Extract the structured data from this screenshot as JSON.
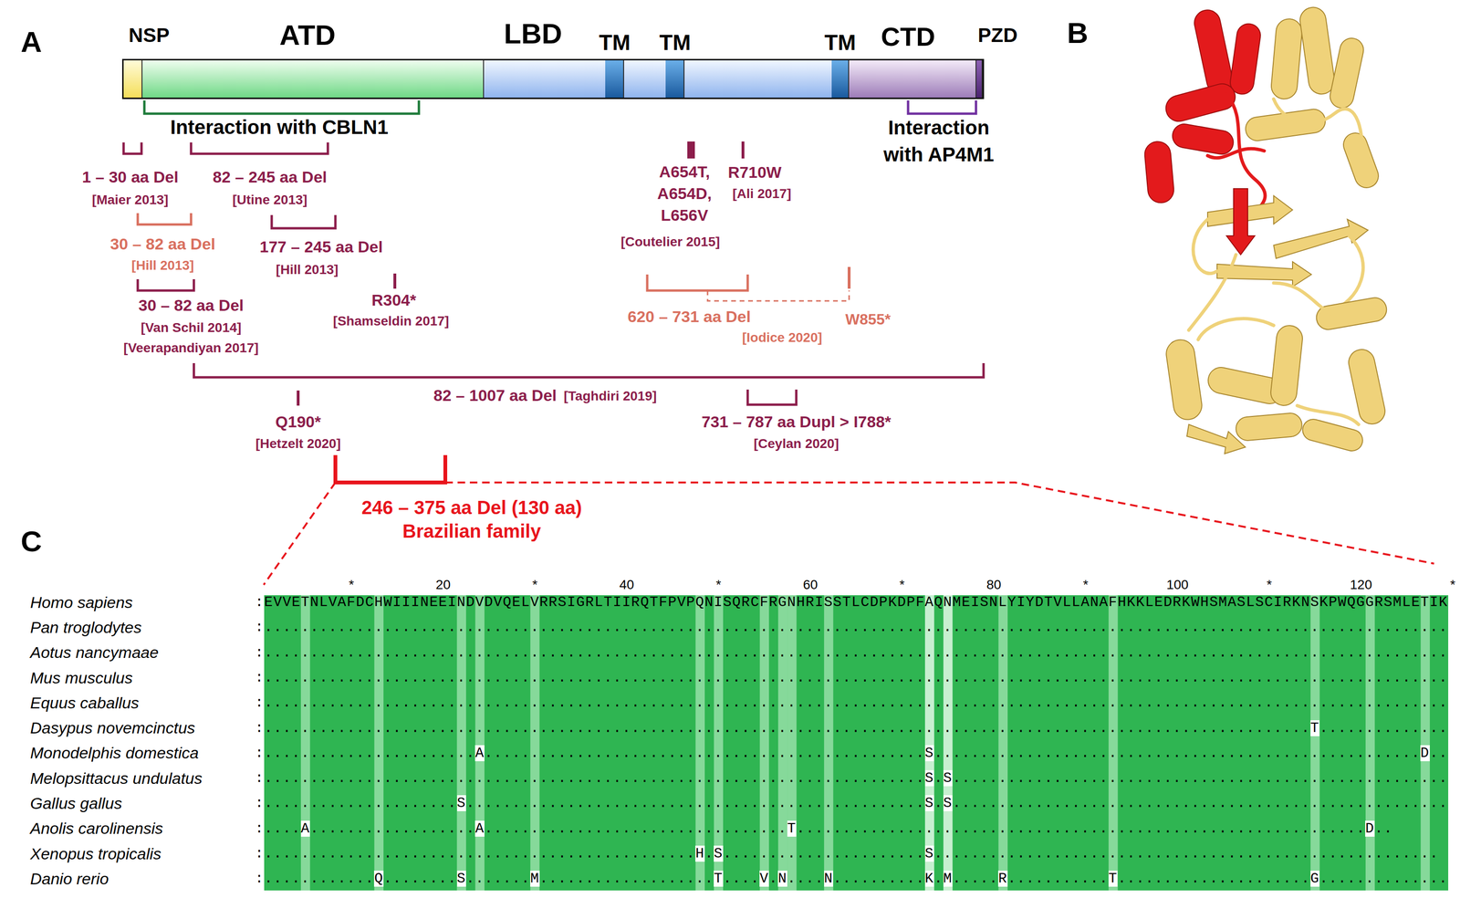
{
  "diagram": {
    "nodes": [
      {
        "text": [
          "NSP"
        ]
      },
      {
        "text": [
          "ATD"
        ]
      },
      {
        "text": [
          "LBD"
        ]
      },
      {
        "text": [
          "TM"
        ],
        "in": 2
      },
      {
        "text": [
          "TM"
        ],
        "in": 2
      },
      {
        "text": [
          "TM"
        ],
        "in": 2
      },
      {
        "text": [
          "CTD"
        ]
      },
      {
        "text": [
          "PZD"
        ]
      }
    ],
    "labels": [
      "A",
      "B",
      "C",
      "Interaction with CBLN1",
      "Interaction with AP4M1",
      "1 – 30 aa Del",
      "[Maier 2013]",
      "82 – 245 aa Del",
      "[Utine 2013]",
      "30 – 82 aa Del",
      "[Hill 2013]",
      "177 – 245 aa Del",
      "[Hill 2013]",
      "30 – 82 aa Del",
      "[Van Schil 2014]",
      "[Veerapandiyan 2017]",
      "R304*",
      "[Shamseldin 2017]",
      "A654T, A654D, L656V",
      "[Coutelier 2015]",
      "R710W",
      "[Ali 2017]",
      "620 – 731 aa Del",
      "W855*",
      "[Iodice 2020]",
      "82 – 1007 aa Del",
      "[Taghdiri 2019]",
      "Q190*",
      "[Hetzelt 2020]",
      "731 – 787 aa Dupl > I788*",
      "[Ceylan 2020]",
      "246 – 375 aa Del (130 aa)",
      "Brazilian family",
      "*",
      "20",
      "*",
      "40",
      "*",
      "60",
      "*",
      "80",
      "*",
      "100",
      "*",
      "120",
      "*",
      "Homo sapiens",
      "Pan troglodytes",
      "Aotus nancymaae",
      "Mus musculus",
      "Equus caballus",
      "Dasypus novemcinctus",
      "Monodelphis domestica",
      "Melopsittacus undulatus",
      "Gallus gallus",
      "Anolis carolinensis",
      "Xenopus tropicalis",
      "Danio rerio",
      ":EVVETNLVAFDCHWIIINEEINDVDVQELVRRSIGRLTIIRQTFPVPQNISQRCFRGNHRISSTLCDPKDPFAQNMEISNLYIYDTVLLANAFHKKLEDRKWHSMASLSCIRKNSKPWQGGRSMLETIK",
      ":.................................................................................................................................",
      ":.................................................................................................................................",
      ":.................................................................................................................................",
      ":.................................................................................................................................",
      ":..................................................................................................................T..............",
      ":.......................A................................................S.....................................................D..",
      ":........................................................................S.S......................................................",
      ":.....................S..................................................S.S......................................................",
      ":....A..................A.................................T..............................................................D..",
      ":...............................................H.S......................S.......................................................",
      ":............Q........S.......M...................T....V.N....N..........K.M.....R...........T.....................G.............."
    ]
  }
}
